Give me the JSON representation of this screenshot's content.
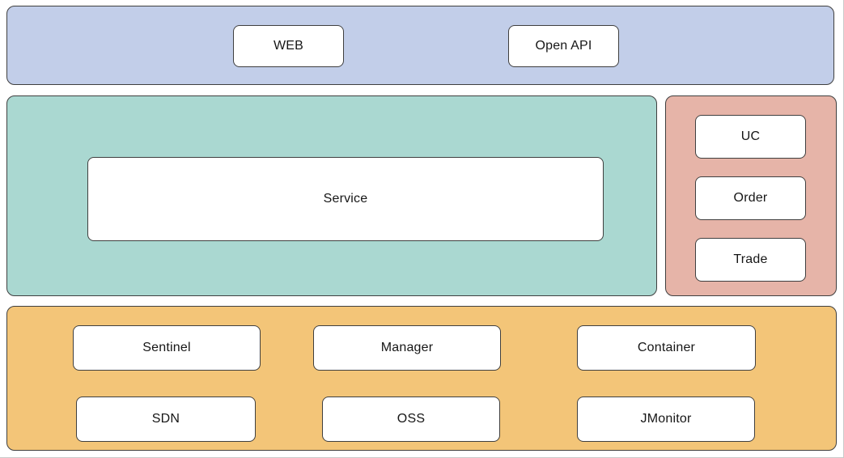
{
  "layers": {
    "access": {
      "web": "WEB",
      "open_api": "Open API"
    },
    "service": {
      "service": "Service"
    },
    "business": {
      "uc": "UC",
      "order": "Order",
      "trade": "Trade"
    },
    "infrastructure": {
      "sentinel": "Sentinel",
      "manager": "Manager",
      "container": "Container",
      "sdn": "SDN",
      "oss": "OSS",
      "jmonitor": "JMonitor"
    }
  },
  "colors": {
    "access_band": "#c2cee9",
    "service_band": "#aad8d1",
    "business_band": "#e6b4a8",
    "infrastructure_band": "#f3c578",
    "node_background": "#ffffff",
    "outline": "#3f3f3f"
  }
}
